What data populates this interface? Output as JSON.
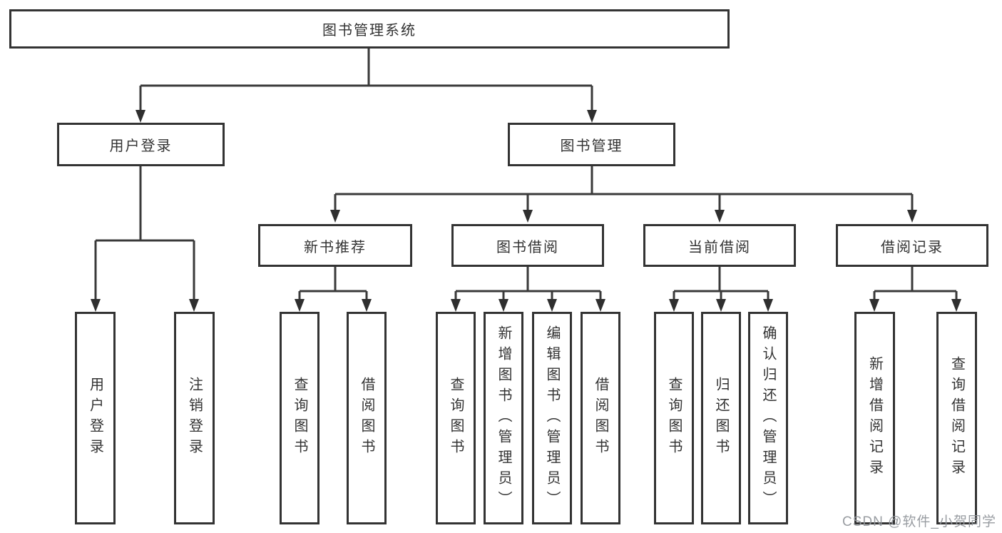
{
  "style": {
    "line_color": "#3a3a3a",
    "box_border_color": "#333333",
    "text_color": "#333333",
    "watermark_color": "#94989d",
    "background": "#ffffff"
  },
  "tree": {
    "root": "图书管理系统",
    "branches": [
      {
        "label": "用户登录",
        "children": [
          "用户登录",
          "注销登录"
        ]
      },
      {
        "label": "图书管理",
        "groups": [
          {
            "label": "新书推荐",
            "children": [
              "查询图书",
              "借阅图书"
            ]
          },
          {
            "label": "图书借阅",
            "children": [
              "查询图书",
              "新增图书（管理员）",
              "编辑图书（管理员）",
              "借阅图书"
            ]
          },
          {
            "label": "当前借阅",
            "children": [
              "查询图书",
              "归还图书",
              "确认归还（管理员）"
            ]
          },
          {
            "label": "借阅记录",
            "children": [
              "新增借阅记录",
              "查询借阅记录"
            ]
          }
        ]
      }
    ]
  },
  "watermark": {
    "text": "CSDN @软件_小贺同学"
  }
}
